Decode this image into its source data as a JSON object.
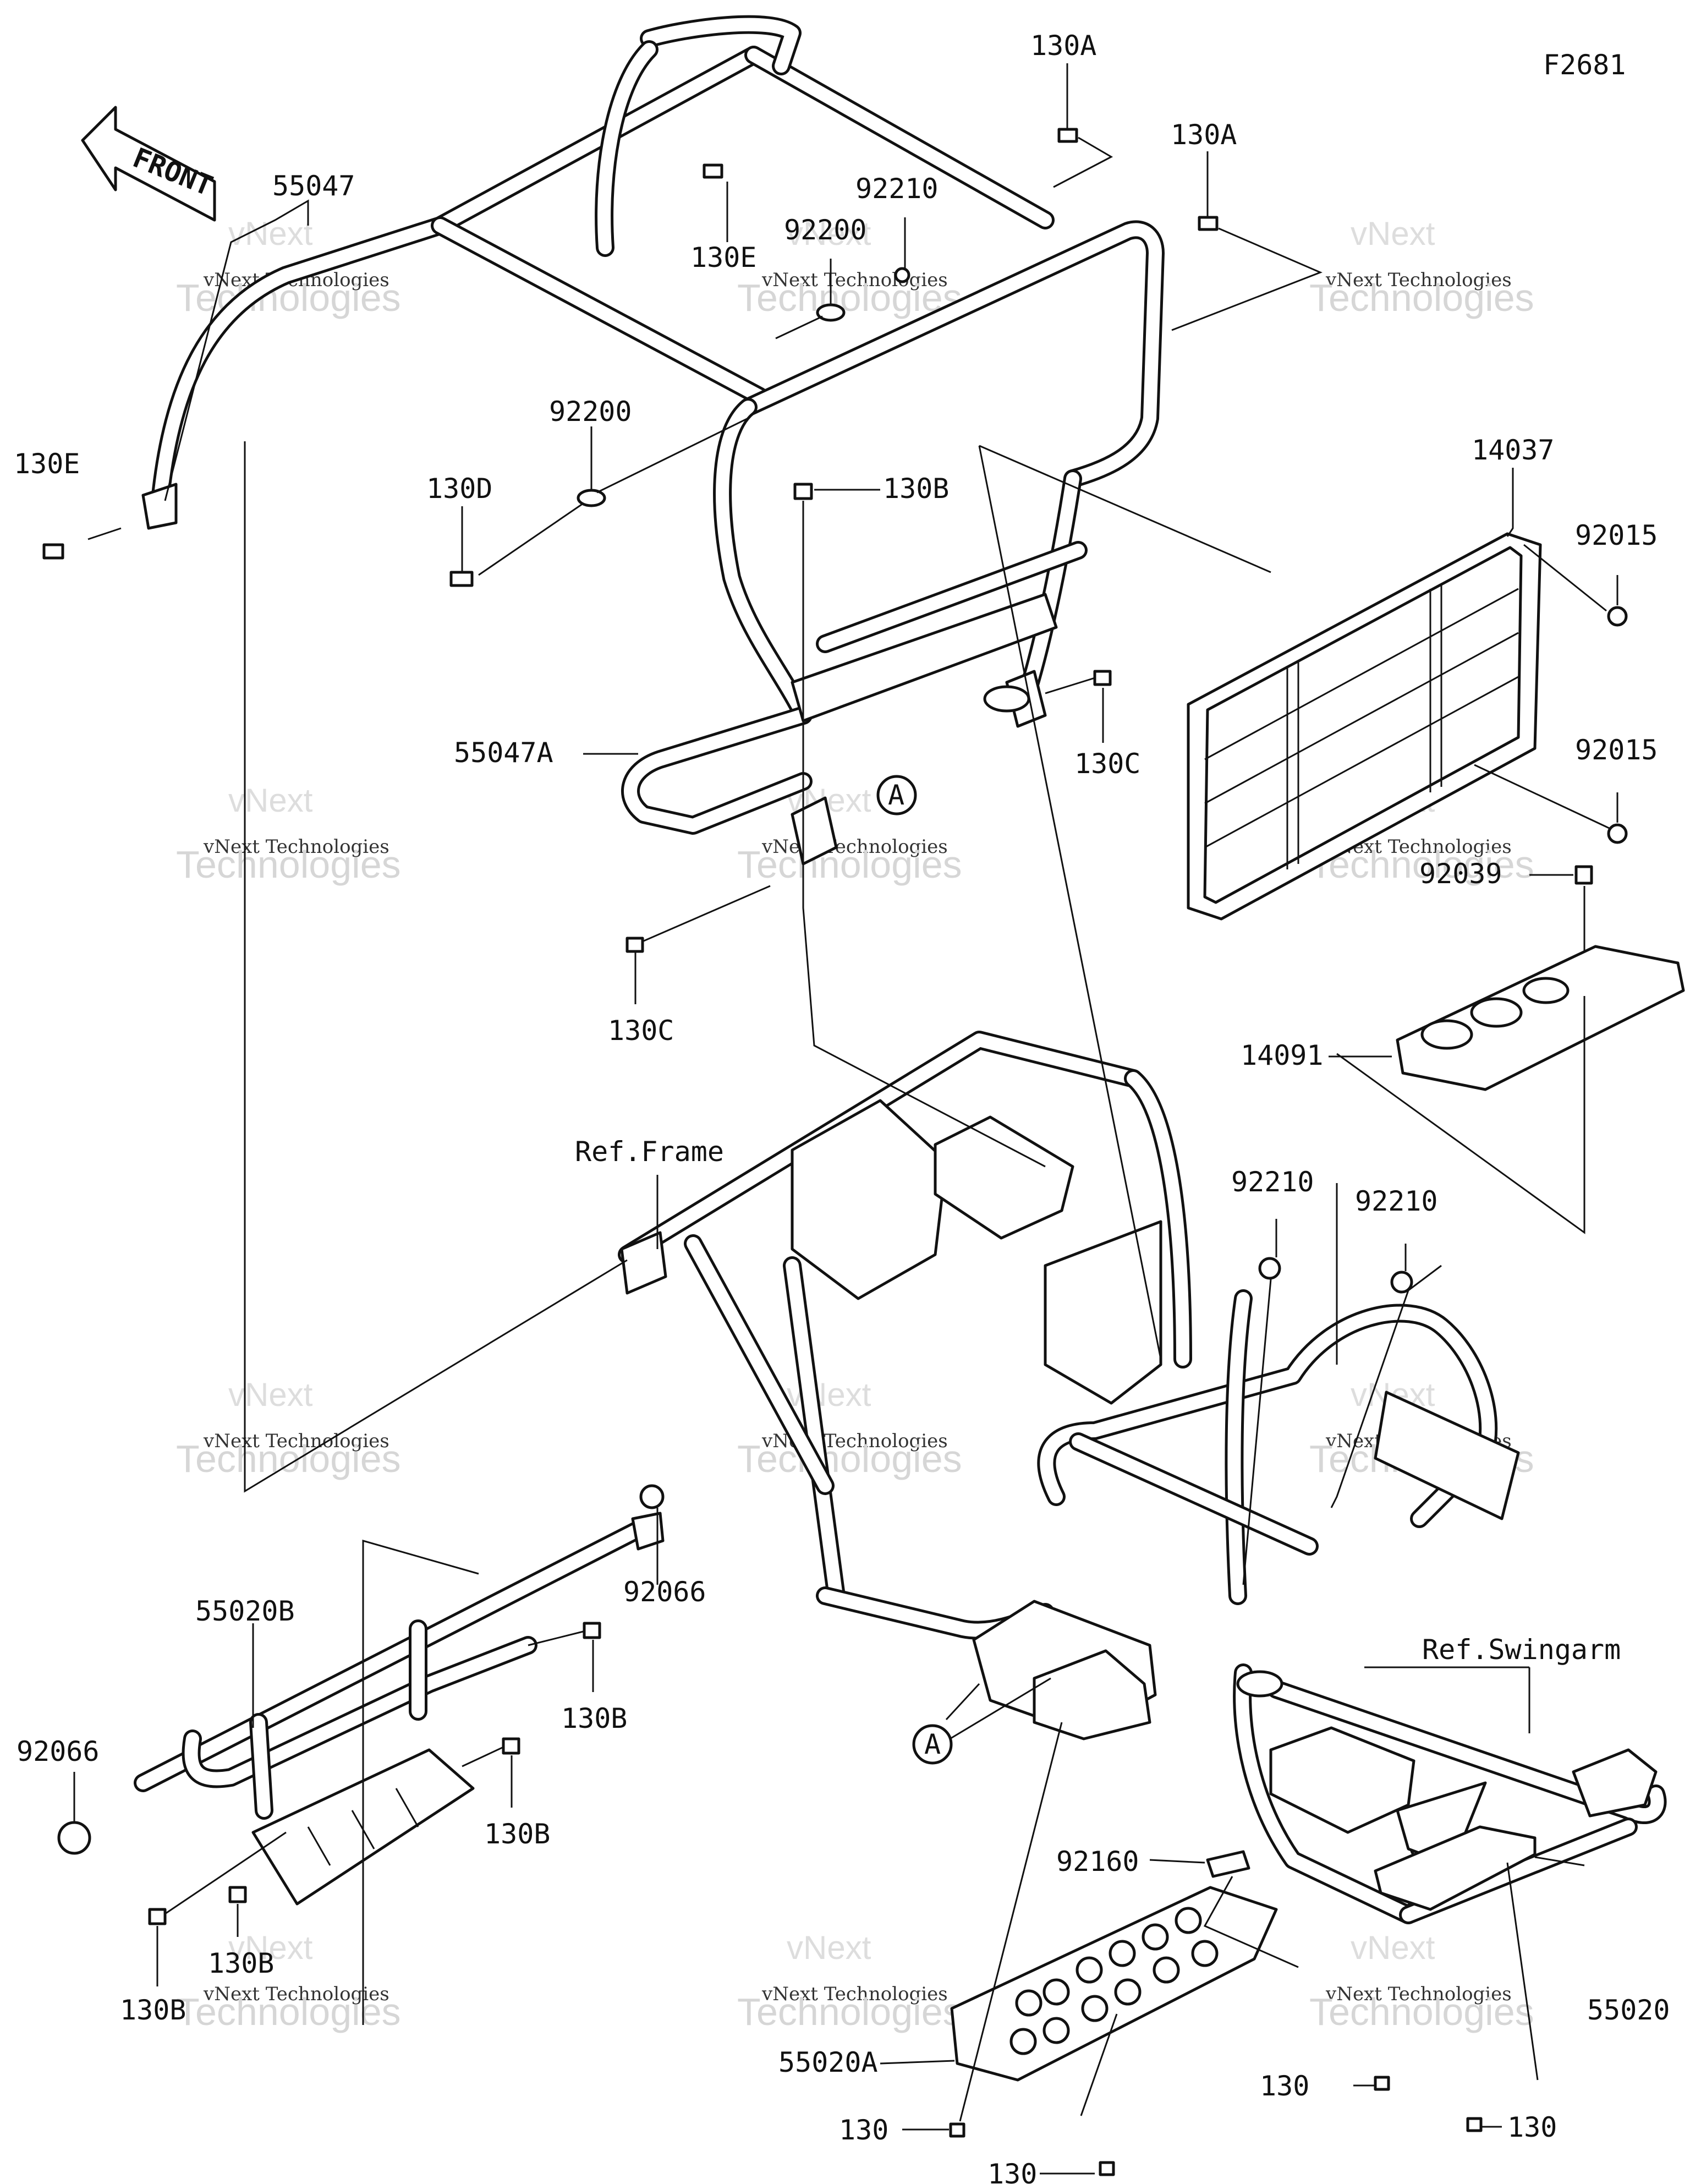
{
  "diagram_code": "F2681",
  "front_arrow": "FRONT",
  "watermark": {
    "line1": "vNext Technologies",
    "line2": "Technologies",
    "line0": "vNext"
  },
  "labels": {
    "p130A_top": "130A",
    "p130A_mid": "130A",
    "p55047": "55047",
    "p130E_top": "130E",
    "p130E_left": "130E",
    "p92210_top": "92210",
    "p92200_top": "92200",
    "p92200_mid": "92200",
    "p130D": "130D",
    "p130B_top": "130B",
    "p55047A": "55047A",
    "p130C_right": "130C",
    "p130C_left": "130C",
    "p14037": "14037",
    "p92015_top": "92015",
    "p92015_bot": "92015",
    "p92039": "92039",
    "p14091": "14091",
    "ref_frame": "Ref.Frame",
    "p92210_mid": "92210",
    "p92210_right": "92210",
    "p92066_center": "92066",
    "p55020B": "55020B",
    "p130B_a": "130B",
    "p92066_left": "92066",
    "p130B_b": "130B",
    "p130B_c": "130B",
    "p130B_d": "130B",
    "ref_swingarm": "Ref.Swingarm",
    "p92160": "92160",
    "p55020A": "55020A",
    "p55020": "55020",
    "p130_a": "130",
    "p130_b": "130",
    "p130_c": "130",
    "p130_d": "130",
    "circle_A_top": "A",
    "circle_A_bot": "A"
  }
}
